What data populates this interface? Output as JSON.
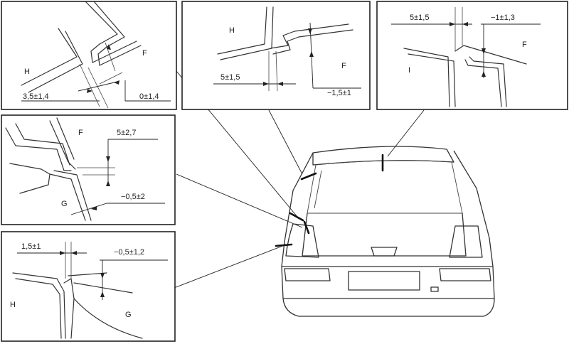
{
  "panels": {
    "top_left": {
      "dim_a": "3,5±1,4",
      "dim_b": "0±1,4",
      "label_part1": "H",
      "label_part2": "F"
    },
    "top_center": {
      "dim_a": "5±1,5",
      "dim_b": "−1,5±1",
      "label_part1": "H",
      "label_part2": "F"
    },
    "top_right": {
      "dim_a": "5±1,5",
      "dim_b": "−1±1,3",
      "label_part1": "I",
      "label_part2": "F"
    },
    "middle_left": {
      "dim_a": "5±2,7",
      "dim_b": "−0,5±2",
      "label_part1": "F",
      "label_part2": "G"
    },
    "bottom_left": {
      "dim_a": "1,5±1",
      "dim_b": "−0,5±1,2",
      "label_part1": "H",
      "label_part2": "G"
    }
  }
}
